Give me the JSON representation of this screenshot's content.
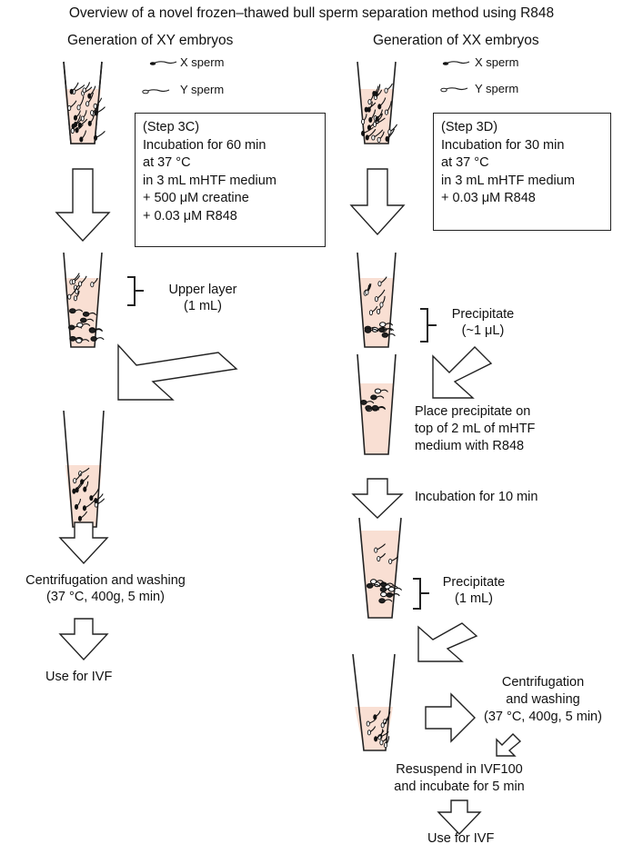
{
  "title": "Overview of a novel frozen–thawed bull sperm separation method using R848",
  "left": {
    "heading": "Generation of XY embryos",
    "legend_x": "X sperm",
    "legend_y": "Y sperm",
    "box": {
      "lines": [
        "(Step 3C)",
        "Incubation for 60 min",
        "at 37 °C",
        "in 3 mL mHTF medium",
        "+ 500 μM creatine",
        "+ 0.03 μM R848"
      ]
    },
    "upper_layer": [
      "Upper layer",
      "(1 mL)"
    ],
    "centrifugation": [
      "Centrifugation and washing",
      "(37 °C, 400g, 5 min)"
    ],
    "use": "Use for IVF"
  },
  "right": {
    "heading": "Generation of XX embryos",
    "legend_x": "X sperm",
    "legend_y": "Y sperm",
    "box": {
      "lines": [
        "(Step 3D)",
        "Incubation for 30 min",
        "at 37 °C",
        "in 3 mL mHTF medium",
        "+ 0.03 μM R848"
      ]
    },
    "precipitate1": [
      "Precipitate",
      "(~1 μL)"
    ],
    "place": [
      "Place precipitate on",
      "top of 2 mL of mHTF",
      "medium with R848"
    ],
    "incubation10": "Incubation for 10 min",
    "precipitate2": [
      "Precipitate",
      "(1 mL)"
    ],
    "centrifugation": [
      "Centrifugation",
      "and washing",
      "(37 °C, 400g, 5 min)"
    ],
    "resuspend": [
      "Resuspend in IVF100",
      "and incubate for 5 min"
    ],
    "use": "Use for IVF"
  },
  "colors": {
    "medium": "#f9dfd3",
    "stroke": "#222222"
  }
}
